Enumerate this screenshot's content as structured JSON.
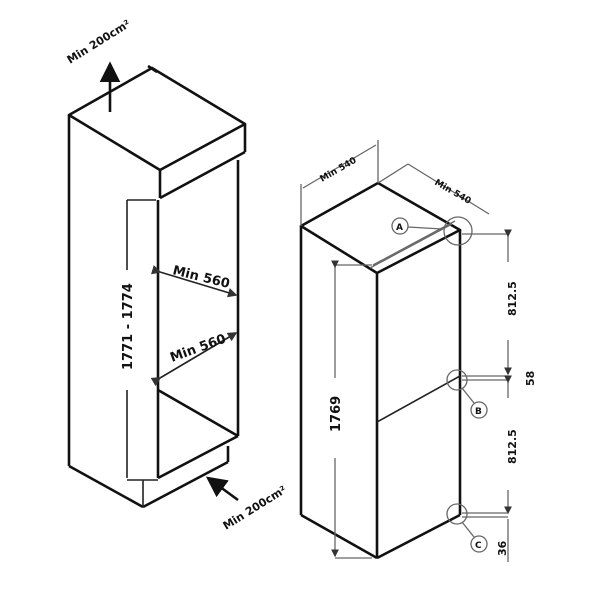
{
  "cabinet": {
    "ventilation_top": "Min 200cm²",
    "ventilation_bottom": "Min 200cm²",
    "height_range": "1771 - 1774",
    "width_upper": "Min 560",
    "width_lower": "Min 560"
  },
  "appliance": {
    "depth_left": "Min 540",
    "depth_right": "Min 540",
    "height": "1769",
    "upper_door": "812.5",
    "gap": "58",
    "lower_door": "812.5",
    "base": "36",
    "detail_a": "A",
    "detail_b": "B",
    "detail_c": "C"
  }
}
